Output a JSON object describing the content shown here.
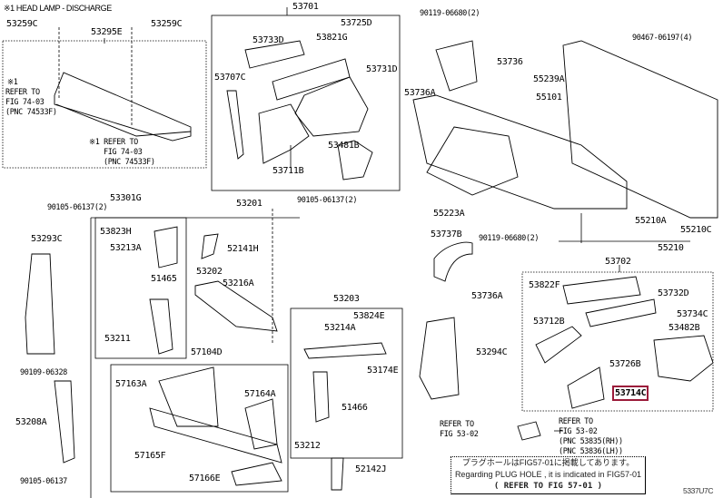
{
  "diagram": {
    "header_note": "※1 HEAD LAMP - DISCHARGE",
    "figure_id": "5337U7C",
    "highlight_color": "#9b1b3a",
    "highlighted_part": "53714C",
    "labels": {
      "p53259c_l": "53259C",
      "p53295e": "53295E",
      "p53259c_r": "53259C",
      "ref1_mark": "※1",
      "ref1_a": "REFER TO",
      "ref1_b": "FIG 74-03",
      "ref1_c": "(PNC 74533F)",
      "ref2_a": "※1 REFER TO",
      "ref2_b": "FIG 74-03",
      "ref2_c": "(PNC 74533F)",
      "p53701": "53701",
      "p53725d": "53725D",
      "p53733d": "53733D",
      "p53821g": "53821G",
      "p53707c": "53707C",
      "p53731d": "53731D",
      "p53481b": "53481B",
      "p53711b": "53711B",
      "b90119_top": "90119-06680(2)",
      "b90467": "90467-06197(4)",
      "p53736": "53736",
      "p53736a_top": "53736A",
      "p55239a": "55239A",
      "p55101": "55101",
      "p55223a": "55223A",
      "p55210a": "55210A",
      "p55210c": "55210C",
      "p55210": "55210",
      "p53301g": "53301G",
      "b90105_a": "90105-06137(2)",
      "p53201": "53201",
      "b90105_b": "90105-06137(2)",
      "p53293c": "53293C",
      "p53823h": "53823H",
      "p53213a": "53213A",
      "p52141h": "52141H",
      "p53202": "53202",
      "p51465": "51465",
      "p53216a": "53216A",
      "p53211": "53211",
      "p53203": "53203",
      "p53824e": "53824E",
      "p53214a": "53214A",
      "p53174e": "53174E",
      "p51466": "51466",
      "p53212": "53212",
      "p52142j": "52142J",
      "p57104d": "57104D",
      "p57163a": "57163A",
      "p57164a": "57164A",
      "p57165f": "57165F",
      "p57166e": "57166E",
      "b90109": "90109-06328",
      "p53208a": "53208A",
      "b90105_c": "90105-06137",
      "p53737b": "53737B",
      "b90119_mid": "90119-06680(2)",
      "p53736a_mid": "53736A",
      "p53294c": "53294C",
      "p53702": "53702",
      "p53822f": "53822F",
      "p53732d": "53732D",
      "p53712b": "53712B",
      "p53734c": "53734C",
      "p53482b": "53482B",
      "p53726b": "53726B",
      "p53714c": "53714C",
      "ref3_a": "REFER TO",
      "ref3_b": "FIG 53-02",
      "ref4_a": "REFER TO",
      "ref4_b": "FIG 53-02",
      "ref4_c": "(PNC 53835(RH))",
      "ref4_d": "(PNC 53836(LH))"
    },
    "plug_note": {
      "line_jp": "プラグホールはFIG57-01に掲載してあります。",
      "line_en": "Regarding PLUG HOLE , it is indicated in FIG57-01",
      "line_ref": "( REFER TO FIG 57-01 )"
    }
  }
}
